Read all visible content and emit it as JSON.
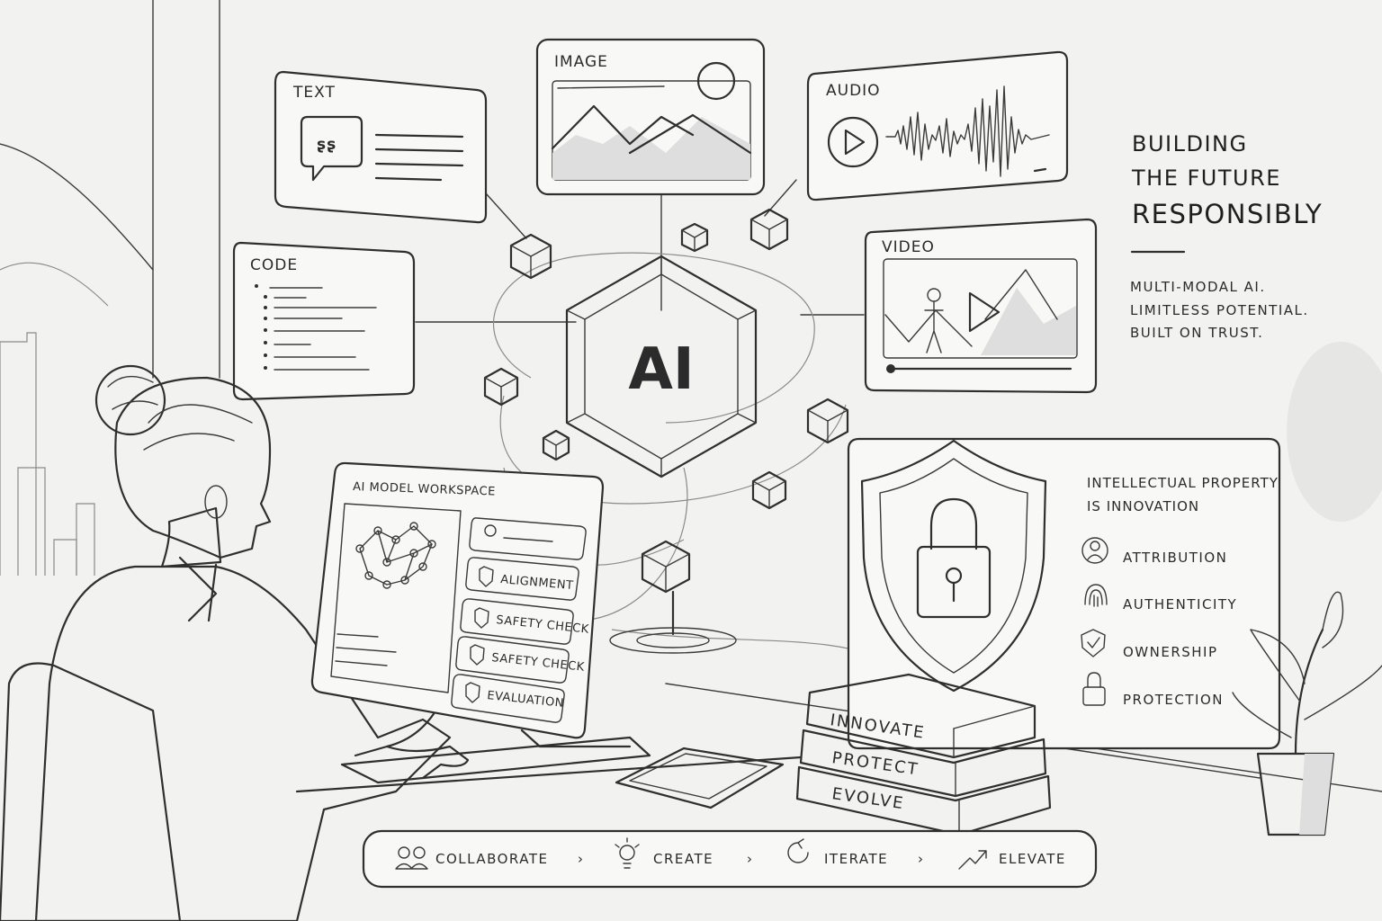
{
  "center": {
    "label": "AI"
  },
  "modalities": {
    "text": "TEXT",
    "image": "IMAGE",
    "audio": "AUDIO",
    "code": "CODE",
    "video": "VIDEO"
  },
  "headline": {
    "line1": "BUILDING",
    "line2": "THE FUTURE",
    "line3": "RESPONSIBLY"
  },
  "tagline": {
    "line1": "MULTI-MODAL AI.",
    "line2": "LIMITLESS POTENTIAL.",
    "line3": "BUILT ON TRUST."
  },
  "workspace": {
    "title": "AI MODEL WORKSPACE",
    "items": [
      "ALIGNMENT",
      "SAFETY CHECK",
      "SAFETY CHECK",
      "EVALUATION"
    ]
  },
  "ip_panel": {
    "title_line1": "INTELLECTUAL PROPERTY",
    "title_line2": "IS INNOVATION",
    "items": [
      "ATTRIBUTION",
      "AUTHENTICITY",
      "OWNERSHIP",
      "PROTECTION"
    ],
    "icons": [
      "person-icon",
      "fingerprint-icon",
      "shield-check-icon",
      "lock-icon"
    ]
  },
  "books": [
    "INNOVATE",
    "PROTECT",
    "EVOLVE"
  ],
  "workflow": {
    "steps": [
      "COLLABORATE",
      "CREATE",
      "ITERATE",
      "ELEVATE"
    ],
    "icons": [
      "people-icon",
      "lightbulb-icon",
      "refresh-icon",
      "trend-up-icon"
    ],
    "separator": "›"
  }
}
